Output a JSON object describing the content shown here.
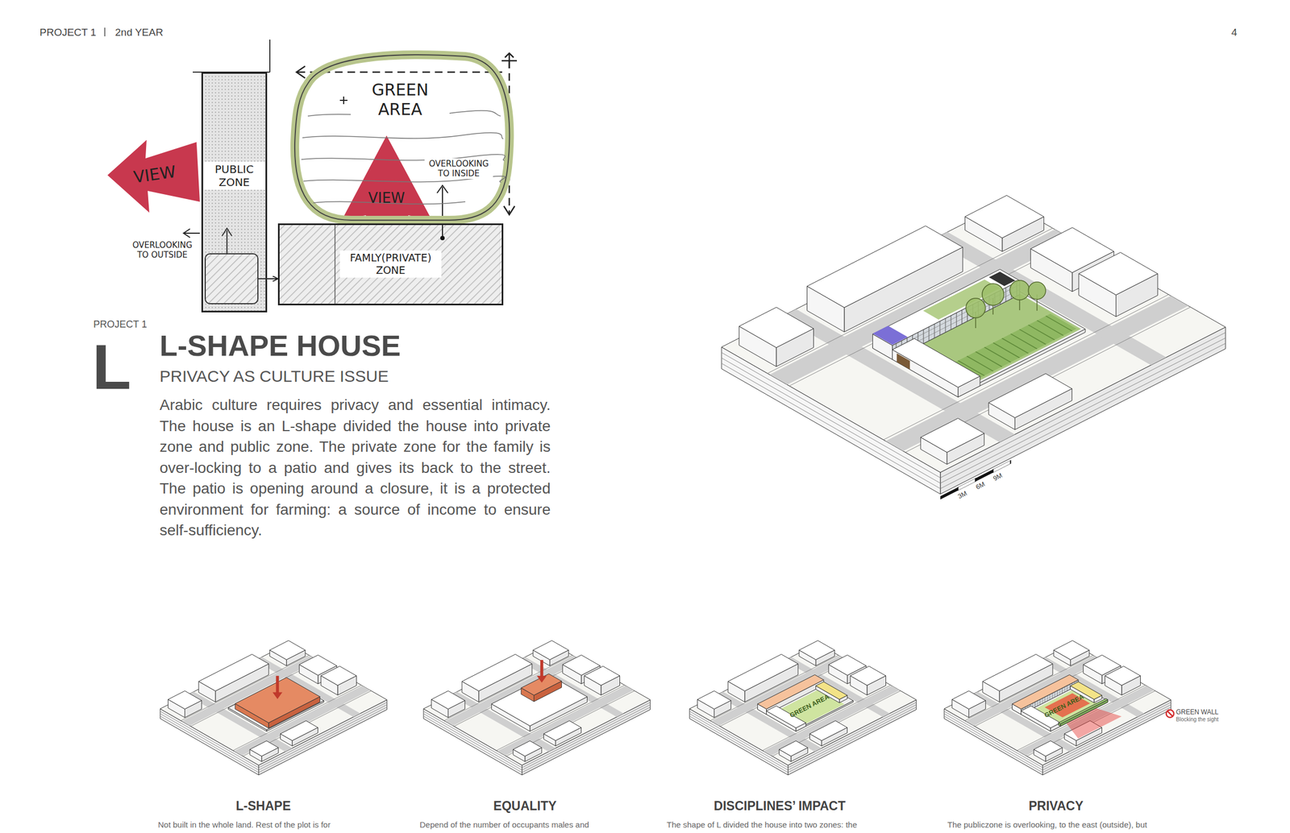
{
  "diagram": {
    "title": "L-SHAPE HOUSE",
    "nodes": [
      {
        "text": [
          "PUBLIC ZONE"
        ]
      },
      {
        "text": [
          "GREEN AREA"
        ]
      },
      {
        "text": [
          "FAMLY(PRIVATE) ZONE"
        ]
      }
    ],
    "edges": [
      {
        "from": 0,
        "to": 2,
        "arrow": "to"
      }
    ],
    "labels": [
      "PROJECT 1",
      "2nd YEAR",
      "4",
      "VIEW",
      "VIEW",
      "OVERLOOKING TO INSIDE",
      "OVERLOOKING TO OUTSIDE",
      "PROJECT 1",
      "L",
      "PRIVACY AS CULTURE ISSUE",
      "Arabic culture requires privacy and essential intimacy. The house is an L-shape divided the house into private zone and public zone. The private zone for the family is over-locking to a patio and gives its back to the street. The patio is opening around a closure, it is a protected environment for farming: a source of income to ensure self-sufficiency.",
      "3M",
      "6M",
      "9M",
      "GREEN AREA",
      "GREEN AREA",
      "GREEN WALL",
      "Blocking the sight",
      "L-SHAPE",
      "EQUALITY",
      "DISCIPLINES’ IMPACT",
      "PRIVACY",
      "Not built in the whole land. Rest of the plot is for",
      "Depend of the number of occupants males and",
      "The shape of L divided the house into two zones: the",
      "The publiczone is overlooking, to the east (outside), but"
    ]
  }
}
